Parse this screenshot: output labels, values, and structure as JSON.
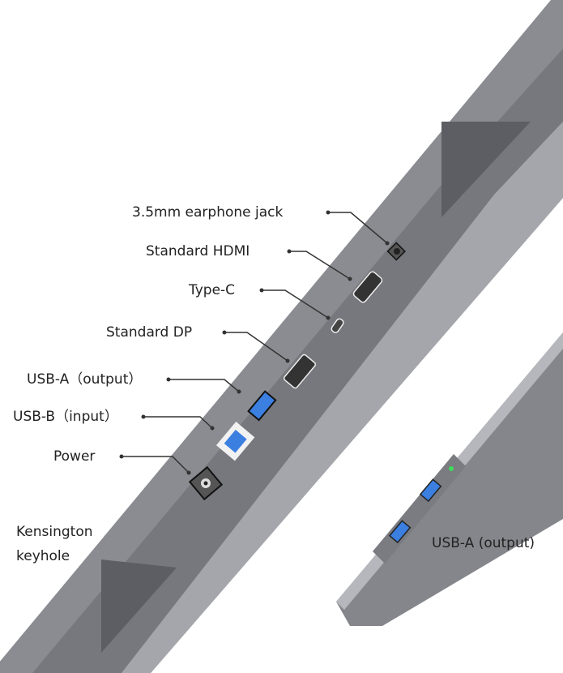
{
  "labels": {
    "earphone": "3.5mm earphone jack",
    "hdmi": "Standard HDMI",
    "typec": "Type-C",
    "dp": "Standard DP",
    "usba": "USB-A（output）",
    "usbb": "USB-B（input）",
    "power": "Power",
    "kensington_1": "Kensington",
    "kensington_2": "keyhole",
    "side_usba": "USB-A (output)"
  },
  "colors": {
    "body": "#8a8c91",
    "port_face": "#76787d",
    "edge": "#a9abb0",
    "usb_blue": "#3b7fe0",
    "led": "#3ddc5a"
  }
}
